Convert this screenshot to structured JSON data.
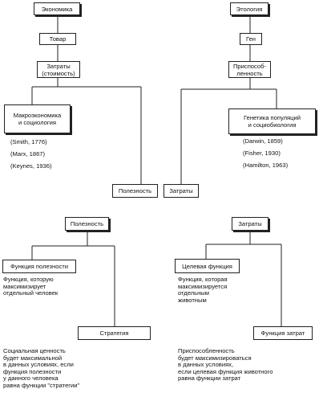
{
  "top_left": {
    "economics": "Экономика",
    "goods": "Товар",
    "costs_value": "Затраты\n(стоимость)",
    "macro": "Макроэкономика\nи социология",
    "refs": [
      "(Smith, 1776)",
      "(Marx, 1867)",
      "(Keynes, 1936)"
    ],
    "utility": "Полезность"
  },
  "top_right": {
    "ethology": "Этология",
    "gene": "Ген",
    "fitness": "Приспособ-\nленность",
    "genetics": "Генетика популяций\nи социобиология",
    "refs": [
      "(Darwin, 1859)",
      "(Fisher, 1930)",
      "(Hamilton, 1963)"
    ],
    "costs": "Затраты"
  },
  "bottom_left": {
    "utility": "Полезность",
    "utility_function": "Функция полезности",
    "utility_function_desc": "Функция, которую\nмаксимизирует\nотдельный человек",
    "strategy": "Стратегия",
    "social_value_desc": "Социальная ценность\nбудет максимальной\nв данных условиях, если\nфункция полезности\nу данного человека\nравна функции \"стратегии\""
  },
  "bottom_right": {
    "costs": "Затраты",
    "target_function": "Целевая функция",
    "target_function_desc": "Функция, которая\nмаксимизируется\nотдельным\nживотным",
    "cost_function": "Функция затрат",
    "fitness_desc": "Приспособленность\nбудет максимизироваться\nв данных условиях,\nесли целевая  функция животного\nравна функции затрат"
  }
}
